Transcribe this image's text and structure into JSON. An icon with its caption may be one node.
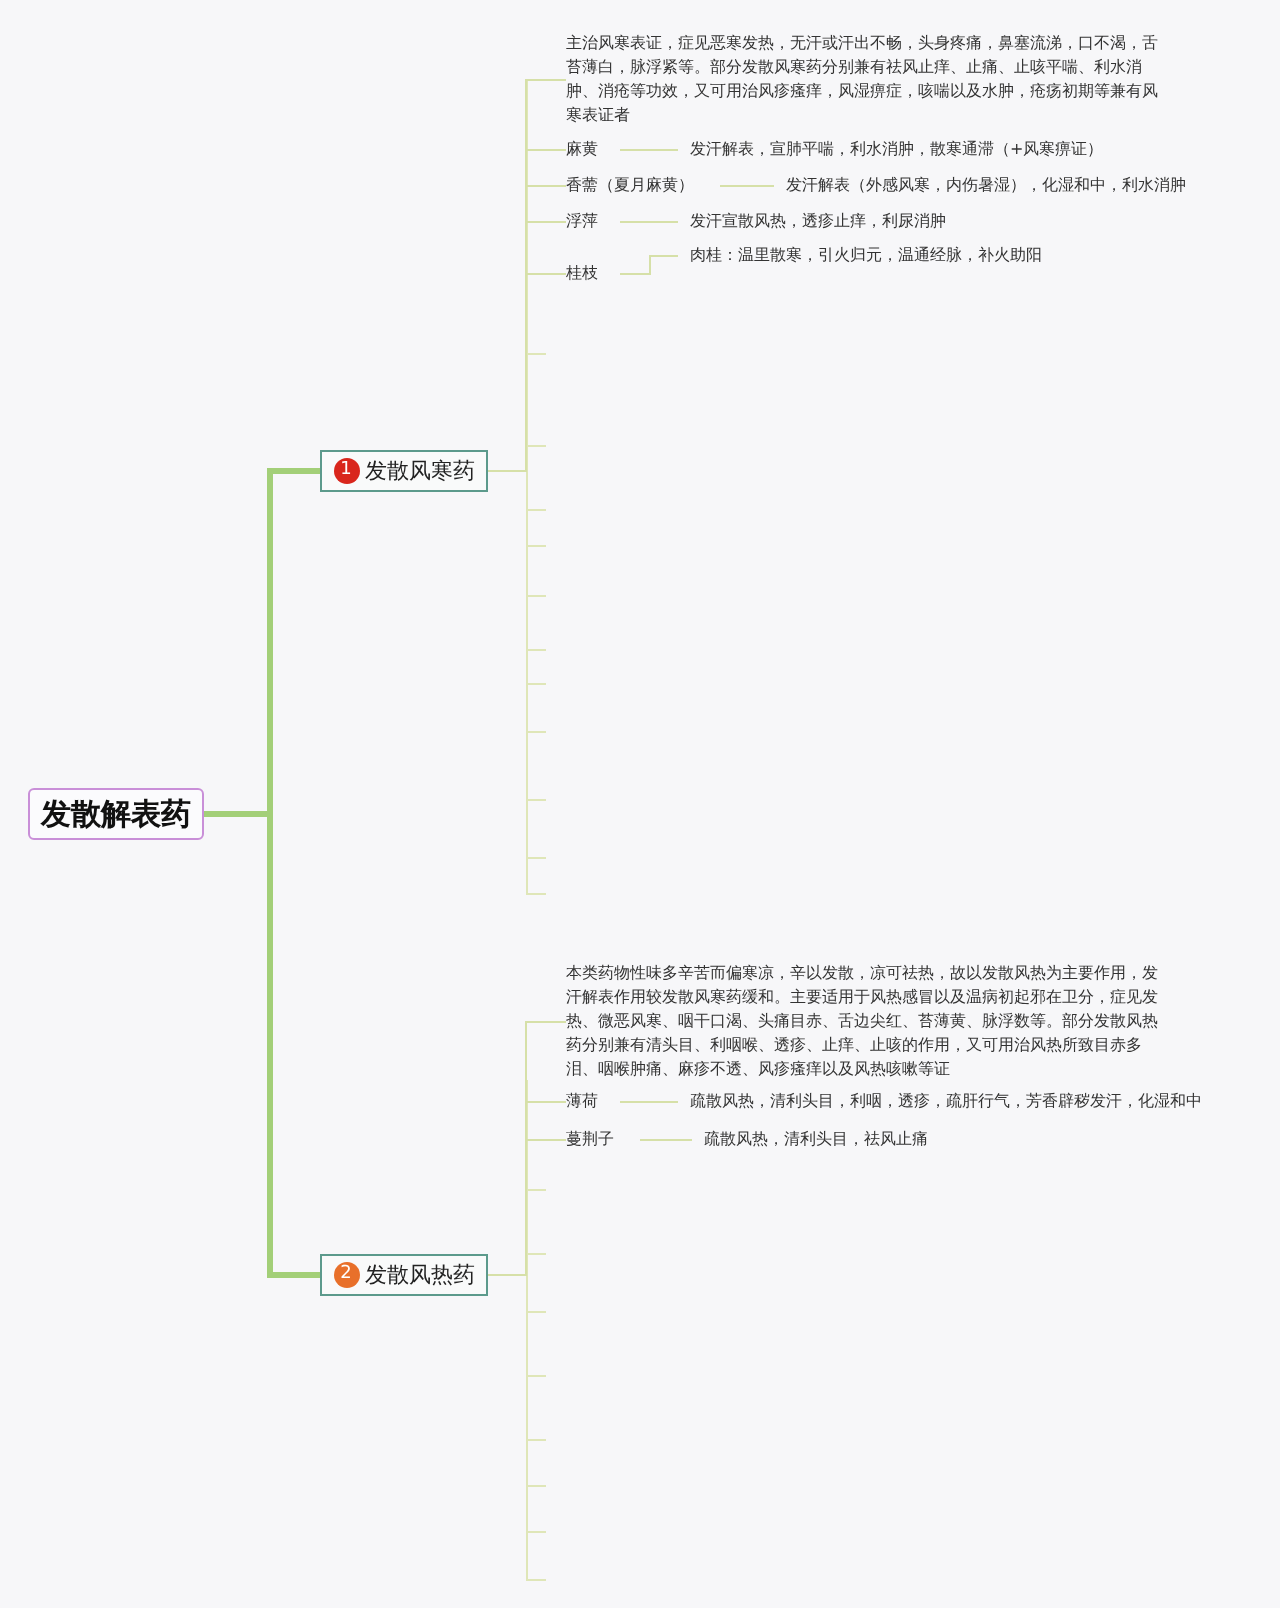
{
  "diagram": {
    "nodes": [
      {
        "text": [
          "发散解表药"
        ]
      },
      {
        "text": [
          "1",
          "发散风寒药"
        ]
      },
      {
        "text": [
          "主治风寒表证，症见恶寒发热，无汗或汗出不畅，头身疼痛，鼻塞流涕，口不渴，舌苔薄白，脉浮紧等。部分发散风寒药分别兼有祛风止痒、止痛、止咳平喘、利水消肿、消疮等功效，又可用治风疹瘙痒，风湿痹症，咳喘以及水肿，疮疡初期等兼有风寒表证者"
        ]
      },
      {
        "text": [
          "麻黄"
        ]
      },
      {
        "text": [
          "发汗解表，宣肺平喘，利水消肿，散寒通滞（+风寒痹证）"
        ]
      },
      {
        "text": [
          "香薷（夏月麻黄）"
        ]
      },
      {
        "text": [
          "发汗解表（外感风寒，内伤暑湿），化湿和中，利水消肿"
        ]
      },
      {
        "text": [
          "浮萍"
        ]
      },
      {
        "text": [
          "发汗宣散风热，透疹止痒，利尿消肿"
        ]
      },
      {
        "text": [
          "桂枝"
        ]
      },
      {
        "text": [
          "肉桂：温里散寒，引火归元，温通经脉，补火助阳"
        ]
      },
      {
        "text": [
          "2",
          "发散风热药"
        ]
      },
      {
        "text": [
          "本类药物性味多辛苦而偏寒凉，辛以发散，凉可祛热，故以发散风热为主要作用，发汗解表作用较发散风寒药缓和。主要适用于风热感冒以及温病初起邪在卫分，症见发热、微恶风寒、咽干口渴、头痛目赤、舌边尖红、苔薄黄、脉浮数等。部分发散风热药分别兼有清头目、利咽喉、透疹、止痒、止咳的作用，又可用治风热所致目赤多泪、咽喉肿痛、麻疹不透、风疹瘙痒以及风热咳嗽等证"
        ]
      },
      {
        "text": [
          "薄荷"
        ]
      },
      {
        "text": [
          "疏散风热，清利头目，利咽，透疹，疏肝行气，芳香辟秽发汗，化湿和中"
        ]
      },
      {
        "text": [
          "蔓荆子"
        ]
      },
      {
        "text": [
          "疏散风热，清利头目，祛风止痛"
        ]
      }
    ],
    "edges": [
      {
        "from": 0,
        "to": 1,
        "arrow": "none",
        "style": "thick"
      },
      {
        "from": 0,
        "to": 11,
        "arrow": "none",
        "style": "thick"
      },
      {
        "from": 1,
        "to": 2,
        "arrow": "none"
      },
      {
        "from": 1,
        "to": 3,
        "arrow": "none"
      },
      {
        "from": 1,
        "to": 5,
        "arrow": "none"
      },
      {
        "from": 1,
        "to": 7,
        "arrow": "none"
      },
      {
        "from": 1,
        "to": 9,
        "arrow": "none"
      },
      {
        "from": 3,
        "to": 4,
        "arrow": "none"
      },
      {
        "from": 5,
        "to": 6,
        "arrow": "none"
      },
      {
        "from": 7,
        "to": 8,
        "arrow": "none"
      },
      {
        "from": 9,
        "to": 10,
        "arrow": "none"
      },
      {
        "from": 11,
        "to": 12,
        "arrow": "none"
      },
      {
        "from": 11,
        "to": 13,
        "arrow": "none"
      },
      {
        "from": 11,
        "to": 15,
        "arrow": "none"
      },
      {
        "from": 13,
        "to": 14,
        "arrow": "none"
      },
      {
        "from": 15,
        "to": 16,
        "arrow": "none"
      }
    ]
  }
}
